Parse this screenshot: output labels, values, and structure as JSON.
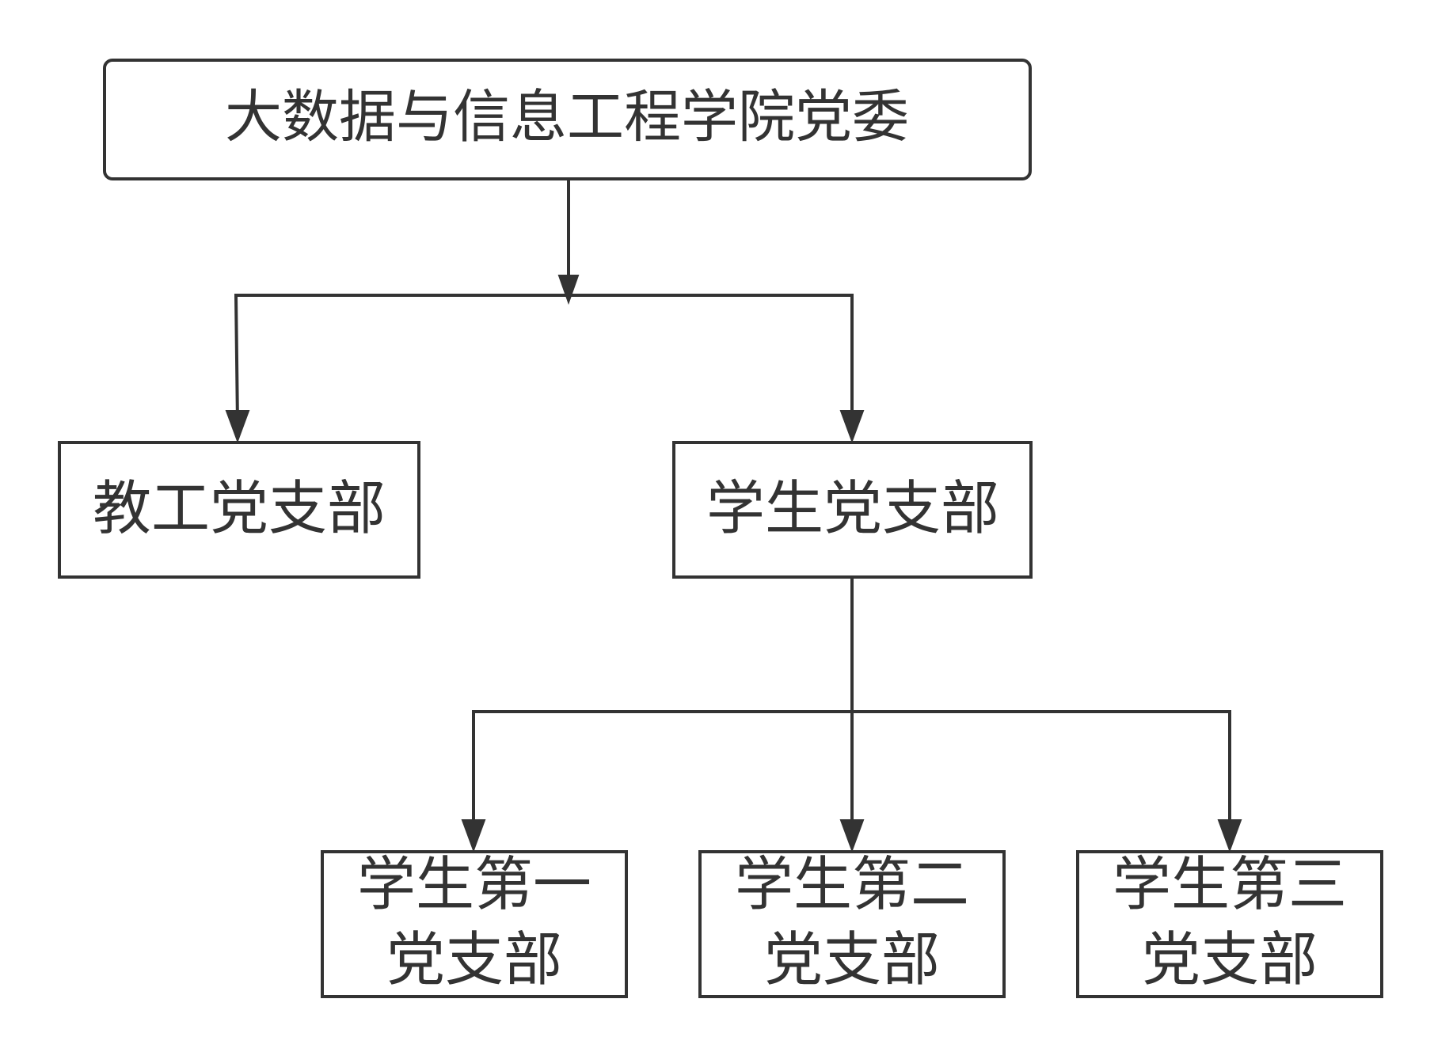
{
  "diagram": {
    "root": {
      "label": "大数据与信息工程学院党委"
    },
    "branches": {
      "staff": {
        "label": "教工党支部"
      },
      "student": {
        "label": "学生党支部"
      }
    },
    "student_sub_branches": [
      {
        "line1": "学生第一",
        "line2": "党支部"
      },
      {
        "line1": "学生第二",
        "line2": "党支部"
      },
      {
        "line1": "学生第三",
        "line2": "党支部"
      }
    ],
    "colors": {
      "stroke": "#333333",
      "text": "#333333",
      "background": "#ffffff"
    }
  }
}
